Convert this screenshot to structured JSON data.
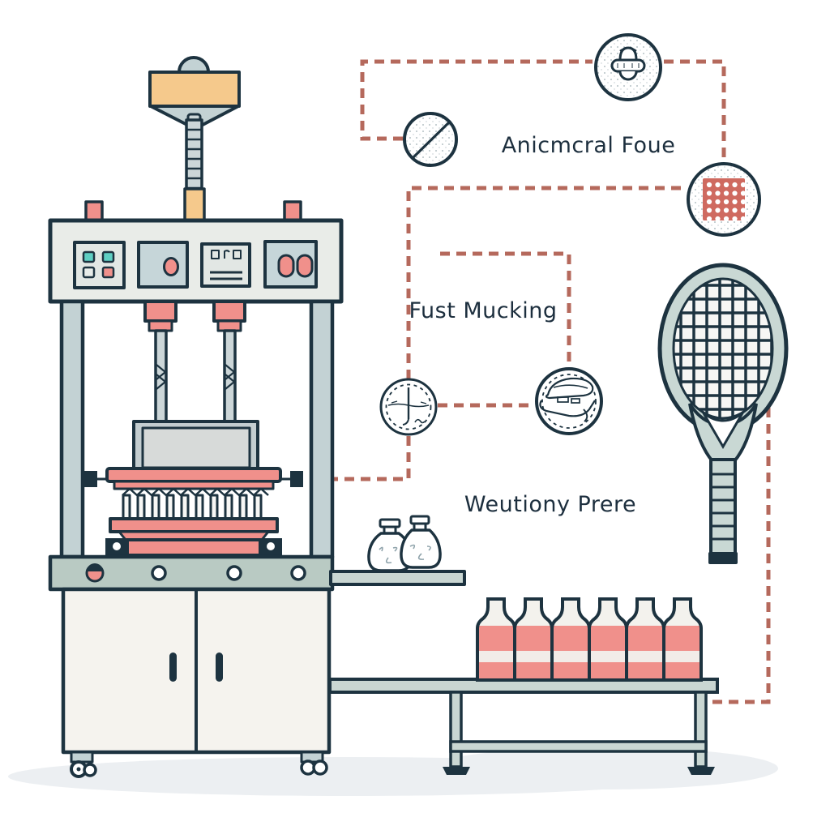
{
  "annotations": {
    "top_label": "Anicmcral Foue",
    "middle_label": "Fust Mucking",
    "bottom_label": "Weutiony Prere"
  },
  "counts": {
    "conveyor_bottles": 6,
    "shelf_sample_bottles": 2,
    "control_sub_panels": 4,
    "process_icons": 5
  },
  "icons": [
    {
      "name": "person-badge-icon"
    },
    {
      "name": "stippled-ball-icon"
    },
    {
      "name": "dotted-grid-icon"
    },
    {
      "name": "measurement-sketch-icon"
    },
    {
      "name": "shoe-sketch-icon"
    }
  ],
  "colors": {
    "outline": "#1d3340",
    "dashed_connector": "#b5695c",
    "salmon": "#f0908b",
    "orange": "#f5c98c",
    "teal": "#5ecfc3",
    "machine_body": "#e9ece8",
    "panel_blue_grey": "#c6d6d9",
    "deck_green": "#b9cac3",
    "cabinet_white": "#f5f3ee",
    "metal_grey": "#c3d2d4",
    "racket_frame": "#c9d8d4",
    "grid_red": "#cf6a60",
    "label_text": "#1d2f3e",
    "shadow": "#eceff2"
  }
}
